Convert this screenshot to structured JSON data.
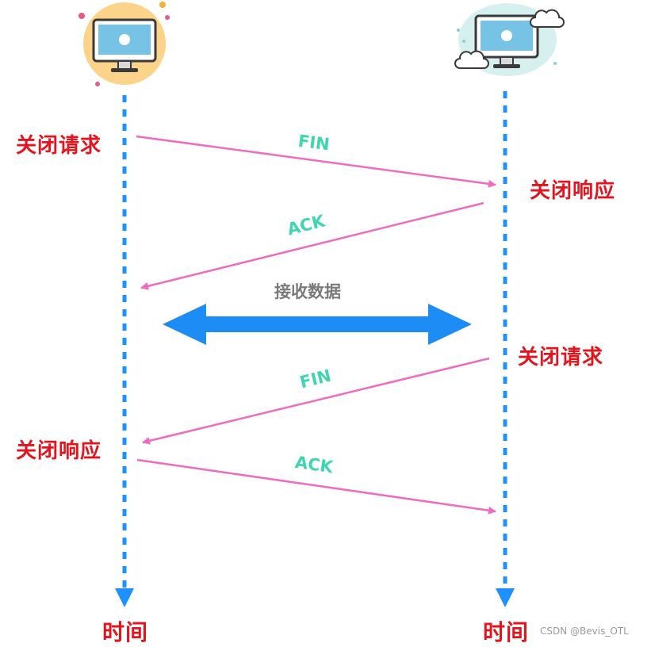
{
  "diagram": {
    "title": "",
    "left_host": {
      "icon": "computer-apple-icon"
    },
    "right_host": {
      "icon": "computer-apple-cloud-icon"
    },
    "labels": {
      "left_close_request": "关闭请求",
      "right_close_response": "关闭响应",
      "right_close_request": "关闭请求",
      "left_close_response": "关闭响应",
      "receive_data": "接收数据",
      "time_left": "时间",
      "time_right": "时间"
    },
    "messages": [
      {
        "label": "FIN",
        "from": "left",
        "to": "right"
      },
      {
        "label": "ACK",
        "from": "right",
        "to": "left"
      },
      {
        "label": "FIN",
        "from": "right",
        "to": "left"
      },
      {
        "label": "ACK",
        "from": "left",
        "to": "right"
      }
    ],
    "watermark": "CSDN @Bevis_OTL",
    "colors": {
      "timeline": "#1e90ff",
      "message_arrow": "#f06bc0",
      "message_label": "#3ed6b0",
      "red_label": "#e3141d",
      "data_arrow": "#1e8cf5"
    }
  }
}
